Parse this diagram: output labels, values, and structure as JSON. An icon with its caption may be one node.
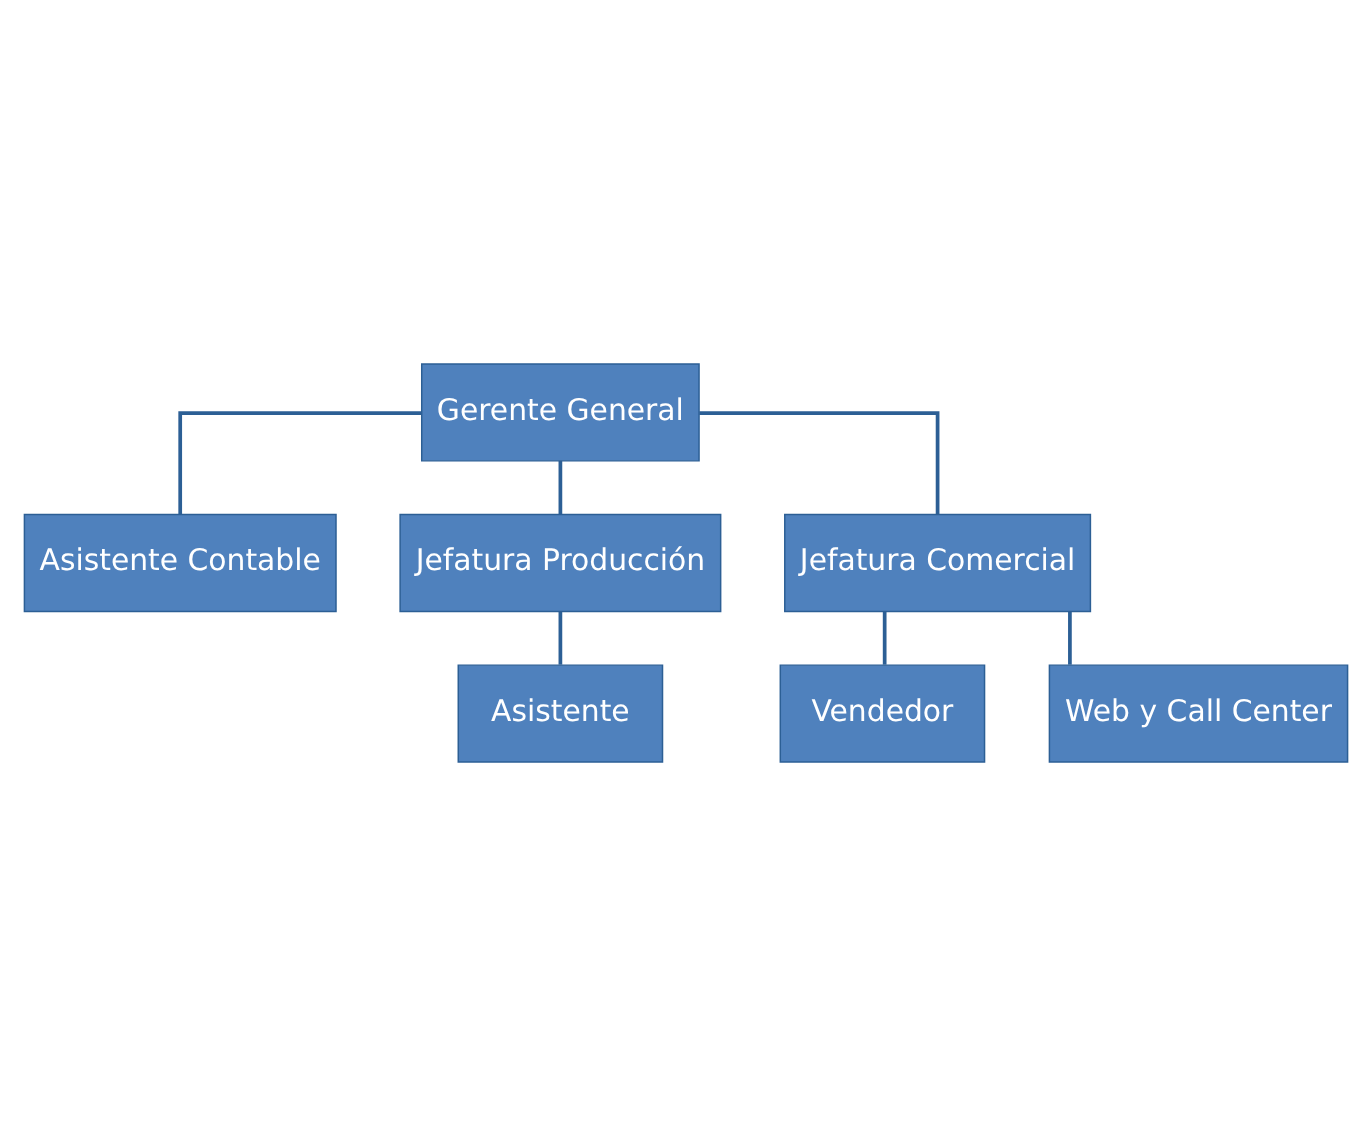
{
  "diagram": {
    "nodes": [
      {
        "text": [
          "Gerente General"
        ]
      },
      {
        "text": [
          "Asistente Contable"
        ]
      },
      {
        "text": [
          "Jefatura Producción"
        ]
      },
      {
        "text": [
          "Jefatura Comercial"
        ]
      },
      {
        "text": [
          "Asistente"
        ]
      },
      {
        "text": [
          "Vendedor"
        ]
      },
      {
        "text": [
          "Web y Call Center"
        ]
      }
    ],
    "edges": [
      {
        "from": 0,
        "to": 1,
        "arrow": "none"
      },
      {
        "from": 0,
        "to": 2,
        "arrow": "none"
      },
      {
        "from": 0,
        "to": 3,
        "arrow": "none"
      },
      {
        "from": 2,
        "to": 4,
        "arrow": "none"
      },
      {
        "from": 3,
        "to": 5,
        "arrow": "none"
      },
      {
        "from": 3,
        "to": 6,
        "arrow": "none"
      }
    ]
  }
}
